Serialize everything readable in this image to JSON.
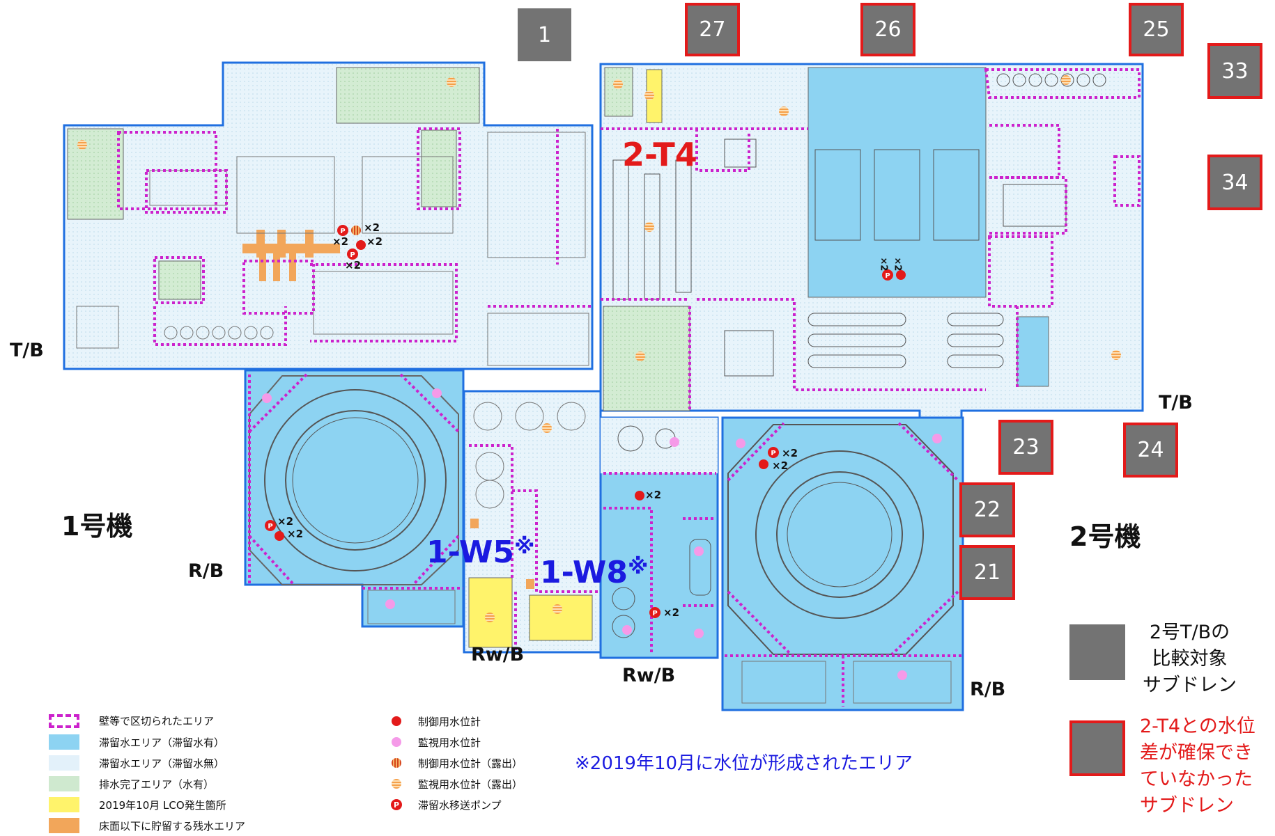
{
  "subdrains": [
    {
      "id": "1",
      "flagged": false
    },
    {
      "id": "27",
      "flagged": true
    },
    {
      "id": "26",
      "flagged": true
    },
    {
      "id": "25",
      "flagged": true
    },
    {
      "id": "33",
      "flagged": true
    },
    {
      "id": "34",
      "flagged": true
    },
    {
      "id": "23",
      "flagged": true
    },
    {
      "id": "24",
      "flagged": true
    },
    {
      "id": "22",
      "flagged": true
    },
    {
      "id": "21",
      "flagged": true
    }
  ],
  "labels": {
    "unit1": "1号機",
    "unit2": "2号機",
    "tb_left": "T/B",
    "tb_right": "T/B",
    "rb_left": "R/B",
    "rb_right": "R/B",
    "rwb_left": "Rw/B",
    "rwb_right": "Rw/B",
    "area_2t4": "2-T4",
    "area_1w5": "1-W5",
    "area_1w8": "1-W8",
    "asterisk": "※",
    "x2": "×2",
    "pump_p": "P"
  },
  "legend_left": [
    {
      "label": "壁等で区切られたエリア",
      "kind": "dotted",
      "color": "#cc22cc"
    },
    {
      "label": "滞留水エリア（滞留水有）",
      "kind": "fill",
      "color": "#8dd3f2"
    },
    {
      "label": "滞留水エリア（滞留水無）",
      "kind": "fill",
      "color": "#e3f1fa"
    },
    {
      "label": "排水完了エリア（水有）",
      "kind": "fill",
      "color": "#cfe9cf"
    },
    {
      "label": "2019年10月 LCO発生箇所",
      "kind": "fill",
      "color": "#fff36b"
    },
    {
      "label": "床面以下に貯留する残水エリア",
      "kind": "fill",
      "color": "#f2a65a"
    }
  ],
  "legend_mid": [
    {
      "label": "制御用水位計",
      "icon": "red-dot-icon",
      "color": "#e31a1a"
    },
    {
      "label": "監視用水位計",
      "icon": "pink-dot-icon",
      "color": "#f59ae8"
    },
    {
      "label": "制御用水位計（露出）",
      "icon": "striped-red-dot-icon",
      "color": "#e05a10"
    },
    {
      "label": "監視用水位計（露出）",
      "icon": "striped-orange-dot-icon",
      "color": "#f5b56a"
    },
    {
      "label": "滞留水移送ポンプ",
      "icon": "pump-icon",
      "color": "#e31a1a"
    }
  ],
  "note": "※2019年10月に水位が形成されたエリア",
  "legend_right": {
    "gray_label": [
      "2号T/Bの",
      "比較対象",
      "サブドレン"
    ],
    "red_label": [
      "2-T4との水位",
      "差が確保でき",
      "ていなかった",
      "サブドレン"
    ]
  },
  "colors": {
    "building_border": "#1f6fe0",
    "water_present": "#8dd3f2",
    "water_absent": "#e3f1fa",
    "drained": "#cfe9cf",
    "lco": "#fff36b",
    "residual": "#f2a65a",
    "partition": "#cc22cc",
    "subdrain": "#737373",
    "flag_border": "#e31a1a",
    "label_red": "#e31a1a",
    "label_blue": "#1a1ae0"
  }
}
